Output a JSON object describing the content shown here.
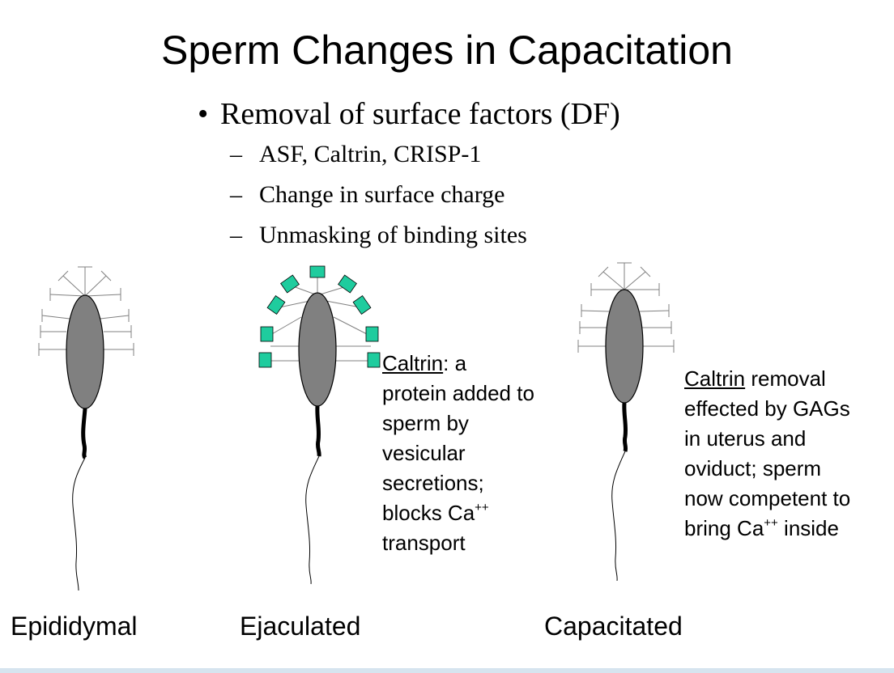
{
  "title": "Sperm Changes in Capacitation",
  "bullets": {
    "main": "Removal of surface factors (DF)",
    "subs": [
      "ASF, Caltrin, CRISP-1",
      "Change in surface charge",
      "Unmasking of binding sites"
    ]
  },
  "caption_ejaculated": {
    "term": "Caltrin",
    "line1_rest": ": a",
    "line2": "protein added to",
    "line3": "sperm by",
    "line4": "vesicular",
    "line5": "secretions;",
    "line6_pre": "blocks Ca",
    "line6_sup": "++",
    "line7": "transport"
  },
  "caption_capacitated": {
    "term": "Caltrin",
    "line1_rest": " removal",
    "line2": "effected by GAGs",
    "line3": "in uterus and",
    "line4": "oviduct; sperm",
    "line5": "now competent to",
    "line6_pre": "bring Ca",
    "line6_sup": "++",
    "line6_post": " inside"
  },
  "labels": {
    "epididymal": "Epididymal",
    "ejaculated": "Ejaculated",
    "capacitated": "Capacitated"
  },
  "colors": {
    "head_fill": "#808080",
    "caltrin_fill": "#1fcc9e",
    "receptor_stroke": "#808080"
  }
}
